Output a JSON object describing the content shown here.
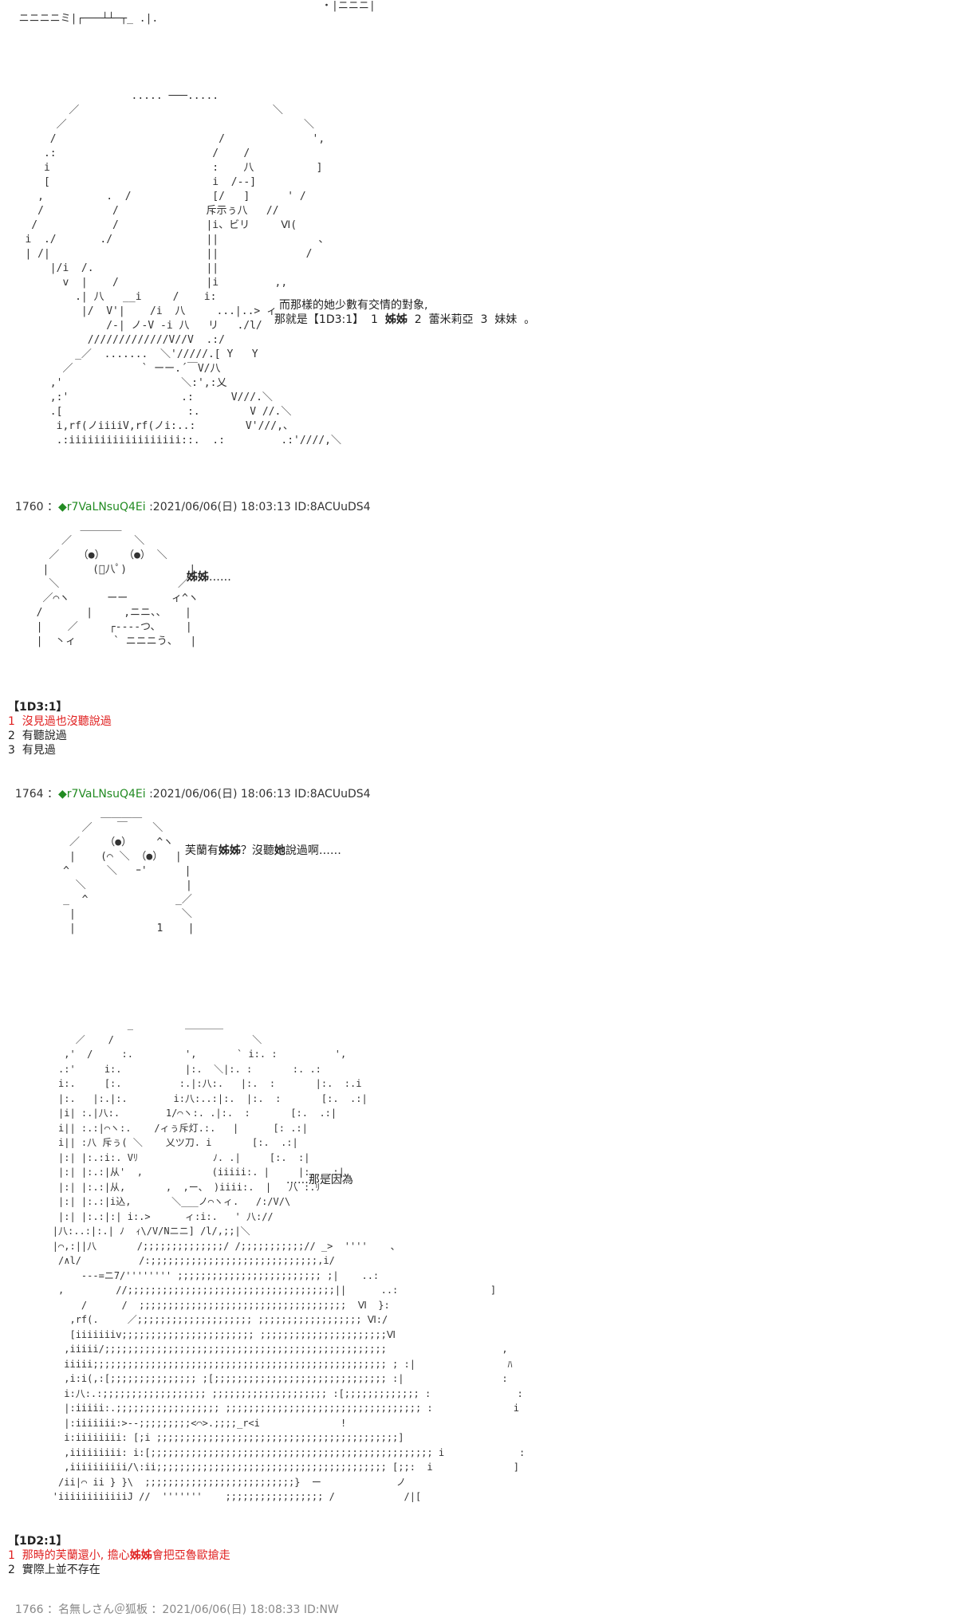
{
  "top_fragment": "ニニニニミ|┌───┴┴─┬_ .|.",
  "top_fragment_right": "・|ニニニ|",
  "art1": [
    "                    ..... ───.....",
    "          ／                               ＼",
    "        ／                                      ＼",
    "       /                          /              ',",
    "      .:                         /    /",
    "      i                          :    八          ]",
    "      [                          i  /--]",
    "     ,          .  /             [/   ]      ' /",
    "     /           /              斥示ぅ八   //",
    "    /            /              |i、ビリ     Ⅵ(",
    "   i  ./       ./               ||                、",
    "   | /|                         ||              /",
    "       |/i  /.                  ||",
    "         v  |    /              |i         ,,",
    "           .| 八   __i     /    i:",
    "            |/  V'|    /i  八     ...|..> ィ",
    "                /-| ノ-V -i 八   リ   ./l/",
    "             /////////////V//V  .:/",
    "           _／  .......  ＼'/////.[ Y   Y",
    "         ／           ` ーー.´￣V/八",
    "       ,'                   ＼:',:乂",
    "       ,:'                  .:      V///.＼",
    "       .[                    :.        V //.＼",
    "        i,rf(ノiiiiV,rf(ノi:..:        V'///,、",
    "        .:iiiiiiiiiiiiiiiiii::.  .:         .:'////,＼"
  ],
  "speech1_line1": "而那樣的她少數有交情的對象,",
  "speech1_line2_prefix": "那就是【1D3:1】  1  ",
  "speech1_line2_bold": "姊姊",
  "speech1_line2_suffix": "  2  蕾米莉亞  3  妹妹  。",
  "post1": {
    "number": "1760",
    "separator": " ：",
    "diamond": "◆",
    "trip": "r7VaLNsuQ4Ei",
    "meta": " :2021/06/06(日) 18:03:13 ID:8ACUuDS4"
  },
  "art2": [
    "         ＿＿＿＿",
    "      ／          ＼",
    "    ／   （●）   （●） ＼",
    "   |       (ﾟ八ﾟ)          |",
    "    ＼                   ／",
    "   ／⌒ヽ      ーー       ィ^ヽ",
    "  /       |     ,ニニ、、   |",
    "  |    ／     ┌‐‐‐‐つ、    |",
    "  |  丶ィ      ` ニニニう、  |"
  ],
  "speech2_bold": "姊姊",
  "speech2_suffix": "……",
  "vote1": {
    "title": "【1D3:1】",
    "options": [
      {
        "text": "1  沒見過也沒聽說過",
        "highlight": true
      },
      {
        "text": "2  有聽說過",
        "highlight": false
      },
      {
        "text": "3  有見過",
        "highlight": false
      }
    ]
  },
  "post2": {
    "number": "1764",
    "separator": " ：",
    "diamond": "◆",
    "trip": "r7VaLNsuQ4Ei",
    "meta": " :2021/06/06(日) 18:06:13 ID:8ACUuDS4"
  },
  "art3": [
    "           ＿＿＿＿",
    "        ／    ￣    ＼",
    "      ／    （●）    ^ヽ",
    "      |    (⌒ ＼ （●）  |",
    "     ^      ＼   ｰ'      |",
    "       ＼                |",
    "     _  ^              _／",
    "      |                 ＼",
    "      |             1    |"
  ],
  "speech3_prefix": "芙蘭有",
  "speech3_bold": "姊姊",
  "speech3_middle": "？沒聽",
  "speech3_bold2": "她",
  "speech3_suffix": "說過啊……",
  "art4": [
    "                     _         ＿＿＿＿",
    "            ／    /                        ＼",
    "          ,'  /     :.         ',       ` i:. :          ',",
    "         .:'     i:.           |:.  ＼|:. :       :. .:",
    "         i:.     [:.          :.|:八:.   |:.  :       |:.  :.i",
    "         |:.   |:.|:.        i:八:..:|:.  |:.  :       [:.  .:|",
    "         |i| :.|八:.        1/⌒ヽ:. .|:.  :       [:.  .:|",
    "         i|| :.:|⌒ヽ:.    /ィぅ斥灯.:.   |      [: .:|",
    "         i|| :八 斥ぅ( ＼    乂ツ刀. i       [:.  .:|",
    "         |:| |:.:i:. Vﾘ             ﾉ. .|     [:.  :|",
    "         |:| |:.:|从'  ,            (iiiii:. |     |:.  .:|",
    "         |:| |:.:|从,       ,  ,ー、 )iiii:.  |   八 :.ﾘ",
    "         |:| |:.:|i込,       ＼___ノ⌒ヽィ.   /:/V/\\",
    "         |:| |:.:|:| i:.>      ィ:i:.   ' 八://",
    "        |八:..:|:.| ﾉ  ｨ\\/V/Nニニ] /l/,;;|＼",
    "        |⌒,:||八       /;;;;;;;;;;;;;;/ /;;;;;;;;;;;// _>  ''''    、",
    "         /∧l/          /:;;;;;;;;;;;;;;;;;;;;;;;;;;;;;,i/",
    "             ---=ニ7/'''''''' ;;;;;;;;;;;;;;;;;;;;;;;;; ;|    ..:",
    "         ,         //;;;;;;;;;;;;;;;;;;;;;;;;;;;;;;;;;;;;||      ..:                ]",
    "             /      /  ;;;;;;;;;;;;;;;;;;;;;;;;;;;;;;;;;;;;  Ⅵ  }:",
    "           ,rf(.     ／;;;;;;;;;;;;;;;;;;;; ;;;;;;;;;;;;;;;;;; Ⅵ:/",
    "           [iiiiiiiv;;;;;;;;;;;;;;;;;;;;;;; ;;;;;;;;;;;;;;;;;;;;;;Ⅵ",
    "          ,iiiii/;;;;;;;;;;;;;;;;;;;;;;;;;;;;;;;;;;;;;;;;;;;;;;;;;                    ,",
    "          iiiii;;;;;;;;;;;;;;;;;;;;;;;;;;;;;;;;;;;;;;;;;;;;;;;;;;; ; :|                ﾊ",
    "          ,i:i(,:[;;;;;;;;;;;;;;; ;[;;;;;;;;;;;;;;;;;;;;;;;;;;;;;; :|                 :",
    "          i:八:.:;;;;;;;;;;;;;;;;;; ;;;;;;;;;;;;;;;;;;;; :[;;;;;;;;;;;;; :               :",
    "          |:iiiii:.;;;;;;;;;;;;;;;;;; ;;;;;;;;;;;;;;;;;;;;;;;;;;;;;;;;;; :              i",
    "          |:iiiiiii:>--;;;;;;;;;<⌒>.;;;;_r<i              !",
    "          i:iiiiiiii: [;i ;;;;;;;;;;;;;;;;;;;;;;;;;;;;;;;;;;;;;;;;;;]",
    "          ,iiiiiiiii: i:[;;;;;;;;;;;;;;;;;;;;;;;;;;;;;;;;;;;;;;;;;;;;;;;;; i             :",
    "          ,iiiiiiiiii/\\:ii;;;;;;;;;;;;;;;;;;;;;;;;;;;;;;;;;;;;;;;; [;;:  i              ]",
    "         /ii|⌒ ii } }\\  ;;;;;;;;;;;;;;;;;;;;;;;;;;}  ー             ノ",
    "        'iiiiiiiiiiiiJ //  '''''''    ;;;;;;;;;;;;;;;;; /            /|["
  ],
  "speech4": "……那是因為",
  "vote2": {
    "title": "【1D2:1】",
    "options": [
      {
        "text": "1  那時的芙蘭還小, 擔心",
        "bold": "姊姊",
        "tail": "會把亞魯歐搶走",
        "highlight": true
      },
      {
        "text": "2  實際上並不存在",
        "highlight": false
      }
    ]
  },
  "bottom_fragment": "1766 ：名無しさん＠狐板 ：2021/06/06(日) 18:08:33 ID:NW"
}
